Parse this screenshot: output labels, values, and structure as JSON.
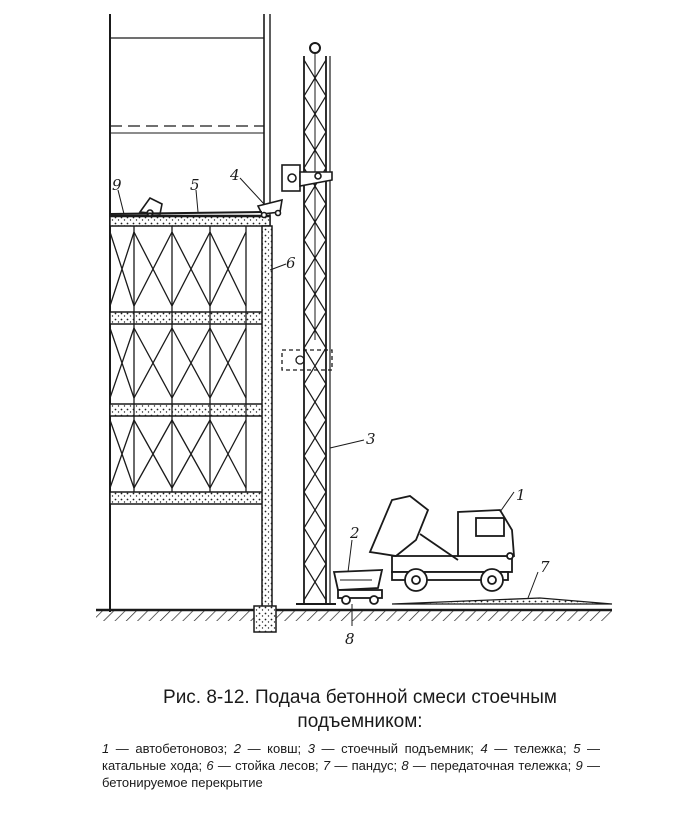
{
  "labels": {
    "n1": "1",
    "n2": "2",
    "n3": "3",
    "n4": "4",
    "n5": "5",
    "n6": "6",
    "n7": "7",
    "n8": "8",
    "n9": "9"
  },
  "caption": {
    "title_line1": "Рис. 8-12. Подача бетонной смеси стоечным",
    "title_line2": "подъемником:",
    "legend": [
      {
        "num": "1",
        "text": " — автобетоновоз; "
      },
      {
        "num": "2",
        "text": " — ковш; "
      },
      {
        "num": "3",
        "text": " — стоечный подъемник; "
      },
      {
        "num": "4",
        "text": " — тележка; "
      },
      {
        "num": "5",
        "text": " — катальные хода; "
      },
      {
        "num": "6",
        "text": " — стойка лесов; "
      },
      {
        "num": "7",
        "text": " — пандус; "
      },
      {
        "num": "8",
        "text": " — передаточная тележка; "
      },
      {
        "num": "9",
        "text": " — бетонируемое перекрытие"
      }
    ]
  }
}
